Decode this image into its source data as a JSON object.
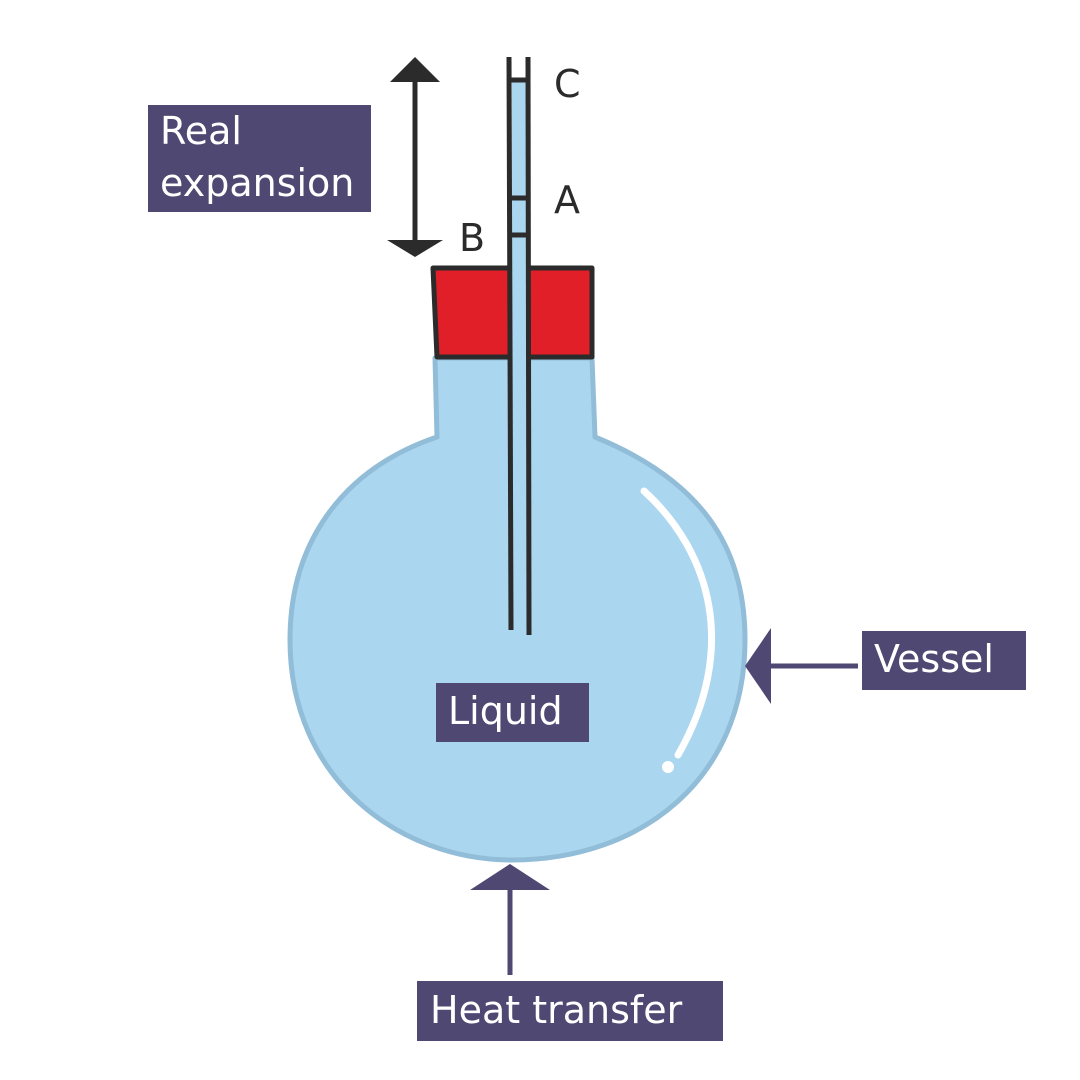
{
  "diagram": {
    "labels": {
      "real_expansion_line1": "Real",
      "real_expansion_line2": "expansion",
      "liquid": "Liquid",
      "vessel": "Vessel",
      "heat_transfer": "Heat transfer"
    },
    "marks": {
      "a": "A",
      "b": "B",
      "c": "C"
    },
    "colors": {
      "liquid": "#aad6f0",
      "vessel_outline": "#92bdd8",
      "stopper": "#e01f28",
      "outline": "#2b2b2b",
      "label_box": "#4e4872",
      "label_text": "#ffffff"
    }
  }
}
